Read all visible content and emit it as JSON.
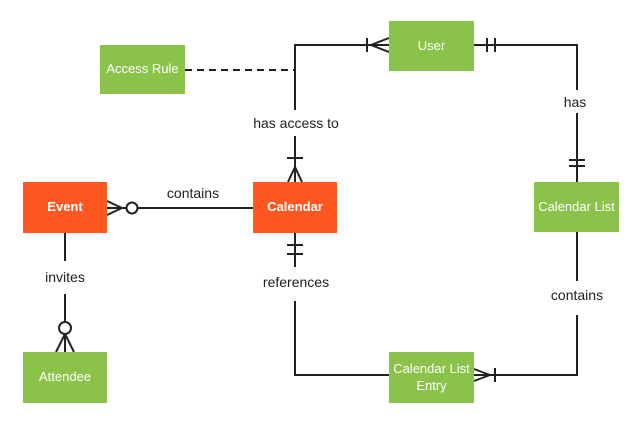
{
  "diagram_type": "entity-relationship",
  "colors": {
    "entity_orange": "#FF5722",
    "entity_green": "#8BC34A",
    "entity_text": "#FFFFFF",
    "line": "#212121",
    "label_text": "#212121",
    "background": "#FFFFFF"
  },
  "entities": [
    {
      "id": "event",
      "label": "Event",
      "color_role": "orange"
    },
    {
      "id": "calendar",
      "label": "Calendar",
      "color_role": "orange"
    },
    {
      "id": "user",
      "label": "User",
      "color_role": "green"
    },
    {
      "id": "access-rule",
      "label": "Access Rule",
      "color_role": "green"
    },
    {
      "id": "calendar-list",
      "label": "Calendar List",
      "color_role": "green"
    },
    {
      "id": "attendee",
      "label": "Attendee",
      "color_role": "green"
    },
    {
      "id": "calendar-list-entry",
      "label": "Calendar List Entry",
      "color_role": "green"
    }
  ],
  "relationships": [
    {
      "label": "contains",
      "from": "Event",
      "to": "Calendar",
      "from_marker": "zero-or-many",
      "to_marker": "none",
      "style": "solid"
    },
    {
      "label": "has access to",
      "from": "Calendar",
      "to": "User",
      "from_marker": "one-or-many",
      "to_marker": "one-or-many",
      "style": "solid"
    },
    {
      "label": "has",
      "from": "User",
      "to": "Calendar List",
      "from_marker": "exactly-one",
      "to_marker": "exactly-one",
      "style": "solid"
    },
    {
      "label": "references",
      "from": "Calendar",
      "to": "Calendar List Entry",
      "from_marker": "exactly-one",
      "to_marker": "none",
      "style": "solid"
    },
    {
      "label": "contains",
      "from": "Calendar List",
      "to": "Calendar List Entry",
      "from_marker": "none",
      "to_marker": "one-or-many",
      "style": "solid"
    },
    {
      "label": "invites",
      "from": "Event",
      "to": "Attendee",
      "from_marker": "none",
      "to_marker": "zero-or-many",
      "style": "solid"
    },
    {
      "label": "",
      "from": "Access Rule",
      "to": "has-access-to relationship",
      "from_marker": "none",
      "to_marker": "none",
      "style": "dashed"
    }
  ]
}
